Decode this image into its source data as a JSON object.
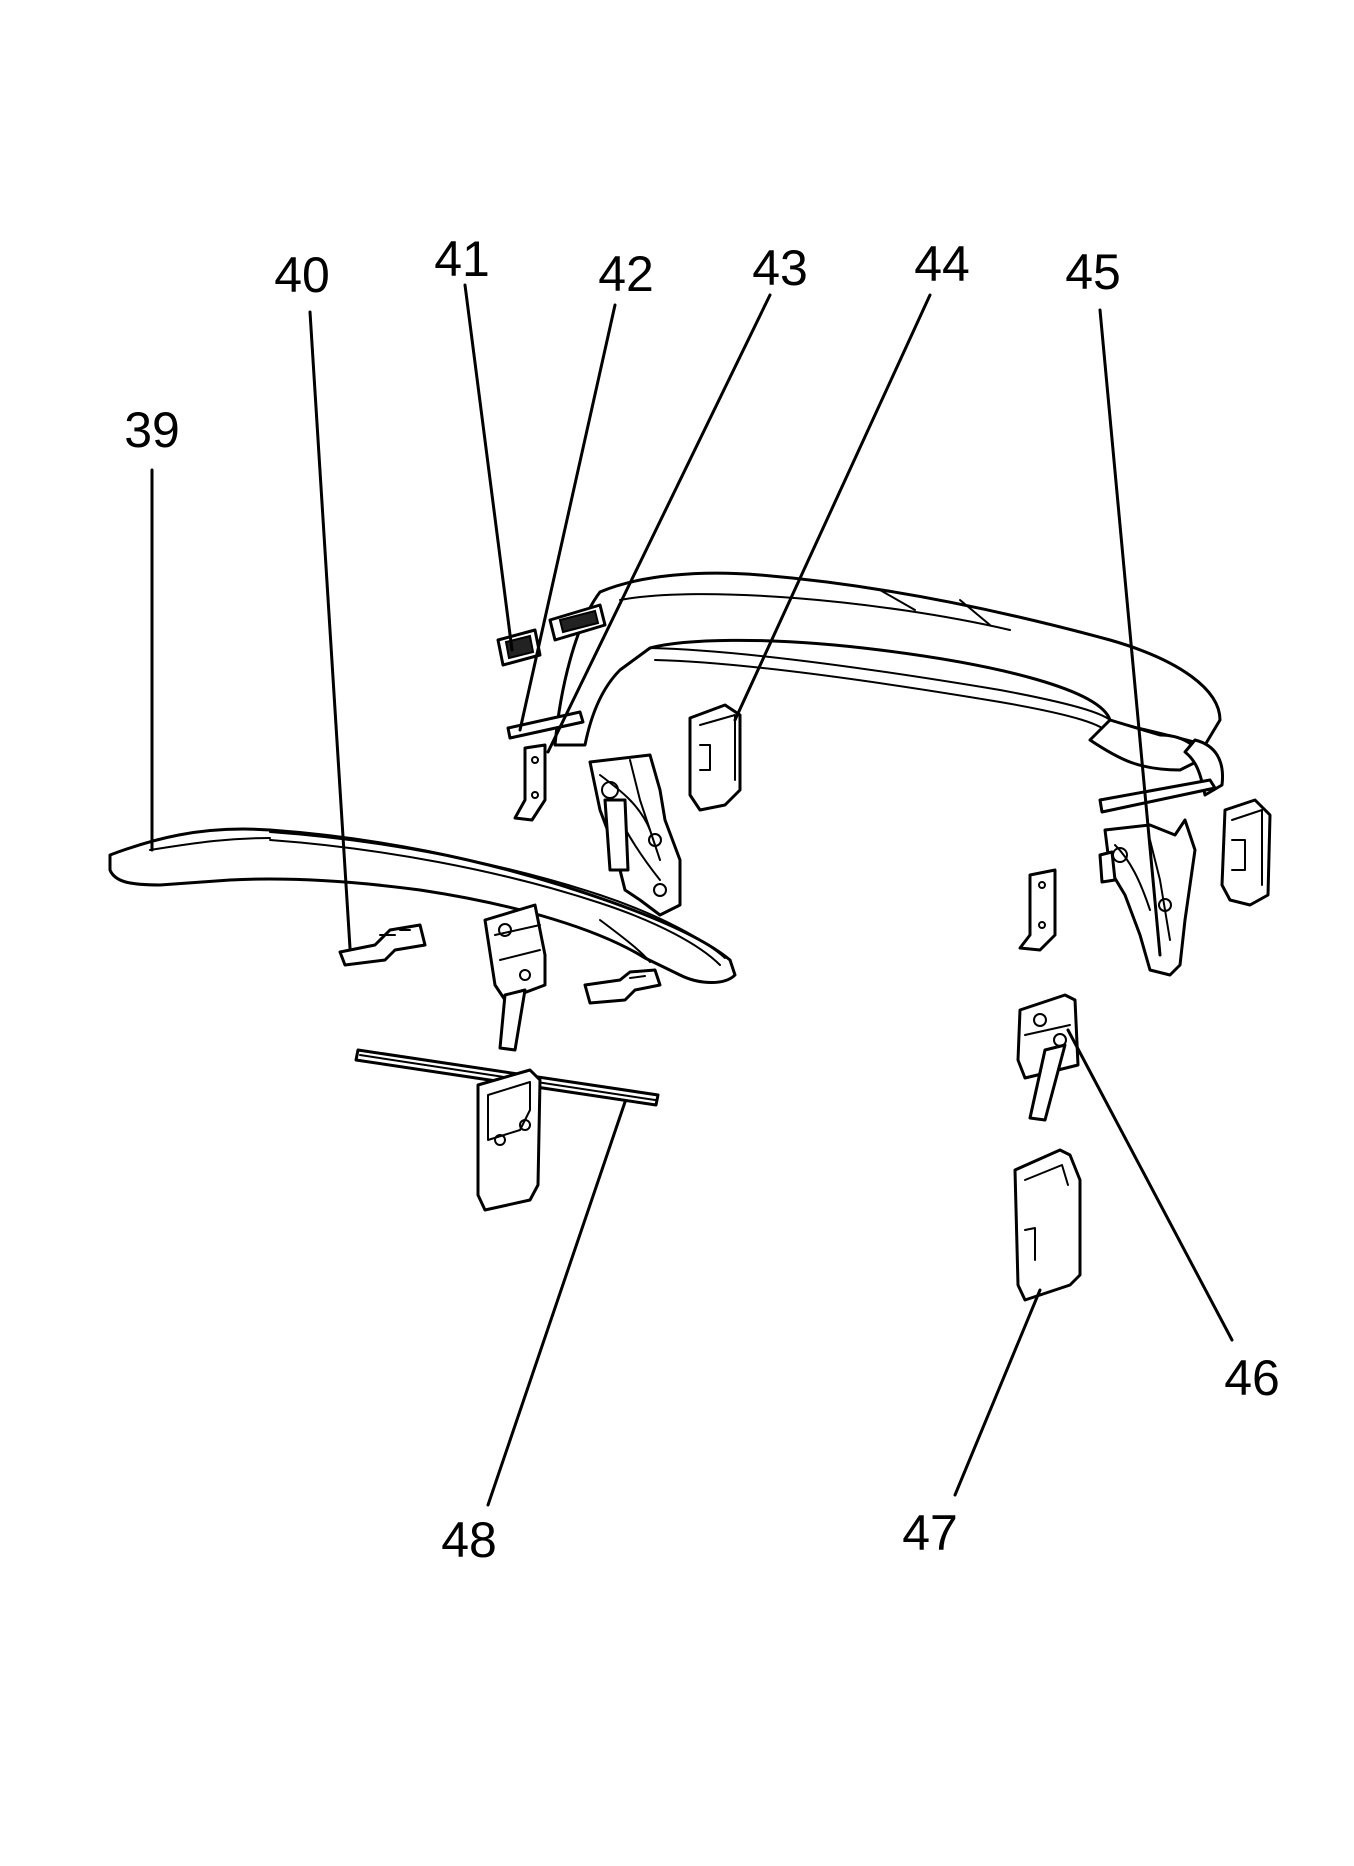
{
  "callouts": {
    "c39": "39",
    "c40": "40",
    "c41": "41",
    "c42": "42",
    "c43": "43",
    "c44": "44",
    "c45": "45",
    "c46": "46",
    "c47": "47",
    "c48": "48"
  }
}
